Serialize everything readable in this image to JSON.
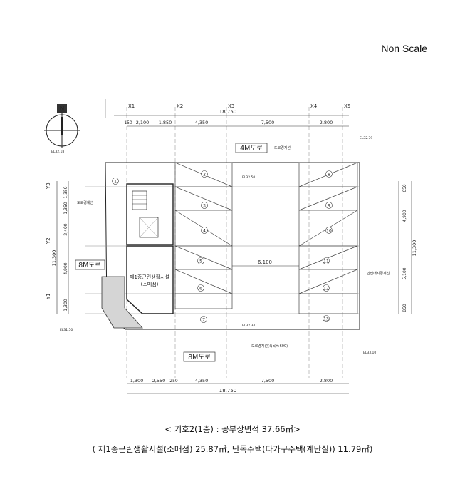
{
  "note": "Non Scale",
  "grid_top": [
    "X1",
    "X2",
    "X3",
    "X4",
    "X5"
  ],
  "grid_left": [
    "Y3",
    "Y2",
    "Y1"
  ],
  "dims_top": [
    "150",
    "2,100",
    "1,850",
    "4,350",
    "7,500",
    "2,800"
  ],
  "total_top": "18,750",
  "dims_bottom": [
    "1,300",
    "2,550",
    "250",
    "4,350",
    "7,500",
    "2,800"
  ],
  "total_bottom": "18,750",
  "dims_left_inner": [
    "1,350",
    "1,350",
    "2,400",
    "4,900",
    "1,300"
  ],
  "dim_left_total": "11,300",
  "dims_right_inner": [
    "650",
    "4,900",
    "5,100",
    "850"
  ],
  "dim_right_total": "11,300",
  "road_top": "4M도로",
  "road_left": "8M도로",
  "road_bottom": "8M도로",
  "room_label_1": "제1종근린생활시설",
  "room_label_2": "(소매점)",
  "aisle_width": "6,100",
  "parking_numbers": [
    "1",
    "2",
    "3",
    "4",
    "5",
    "6",
    "7",
    "8",
    "9",
    "10",
    "11",
    "12",
    "13"
  ],
  "labels": {
    "road_boundary_top": "도로경계선",
    "road_boundary_left": "도로경계선",
    "road_boundary_bottom": "도로경계선(폭목H:600)",
    "adjacent_boundary": "인접대지경계선",
    "elev_1": "EL32.79",
    "elev_2": "EL32.18",
    "elev_3": "EL32.50",
    "elev_4": "EL32.34",
    "elev_5": "EL31.50",
    "elev_6": "EL33.10"
  },
  "caption_1": "< 기호2(1층) : 공부상면적 37.66㎡>",
  "caption_2": "( 제1종근린생활시설(소매점) 25.87㎡, 단독주택(다가구주택(계단실)) 11.79㎡)"
}
